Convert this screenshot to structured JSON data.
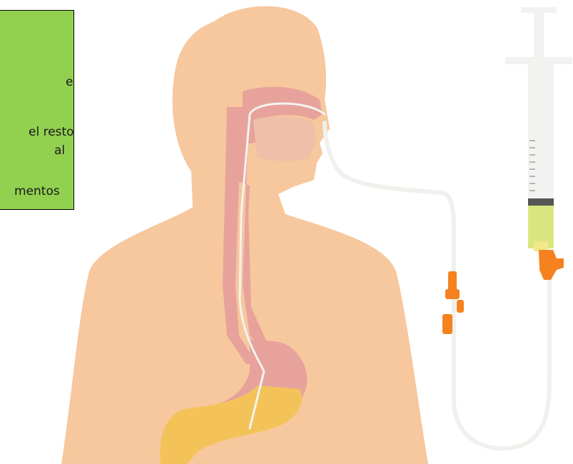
{
  "note": {
    "lines": [
      "e",
      "el resto",
      "al",
      "mentos"
    ]
  },
  "colors": {
    "skin": "#f7c79d",
    "tract": "#e7a39b",
    "stomach_contents": "#f3c35a",
    "tube": "#f0f0ed",
    "connector": "#f5821f",
    "syringe_body": "#f2f2f0",
    "syringe_fluid": "#d9e680",
    "note_bg": "#92d050"
  },
  "icons": [
    "human-silhouette",
    "nasogastric-tube",
    "stomach",
    "feeding-syringe",
    "tube-connector-icon"
  ]
}
